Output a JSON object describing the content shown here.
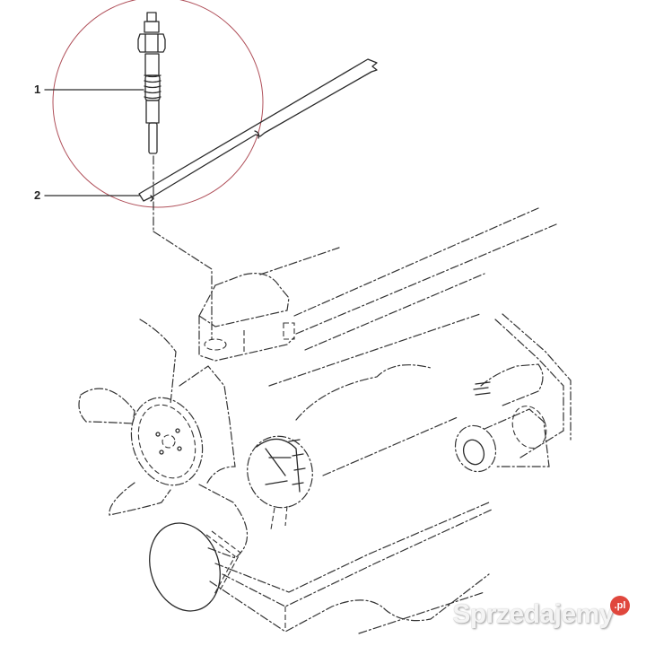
{
  "diagram": {
    "type": "exploded-parts-diagram",
    "subject": "Diesel engine glow plug and connector bus bar",
    "callouts": [
      {
        "number": "1",
        "part": "glow plug"
      },
      {
        "number": "2",
        "part": "bus bar / connector strip"
      }
    ],
    "highlight_circle_color": "#b0505a",
    "line_color": "#2a2a2a",
    "components_depicted": [
      "glow plug",
      "bus bar strip",
      "cylinder head cover",
      "cooling fan",
      "fan pulley",
      "alternator",
      "starter motor",
      "engine block outline"
    ]
  },
  "watermark": {
    "text": "Sprzedajemy",
    "badge": ".pl",
    "badge_color": "#e0473d"
  }
}
